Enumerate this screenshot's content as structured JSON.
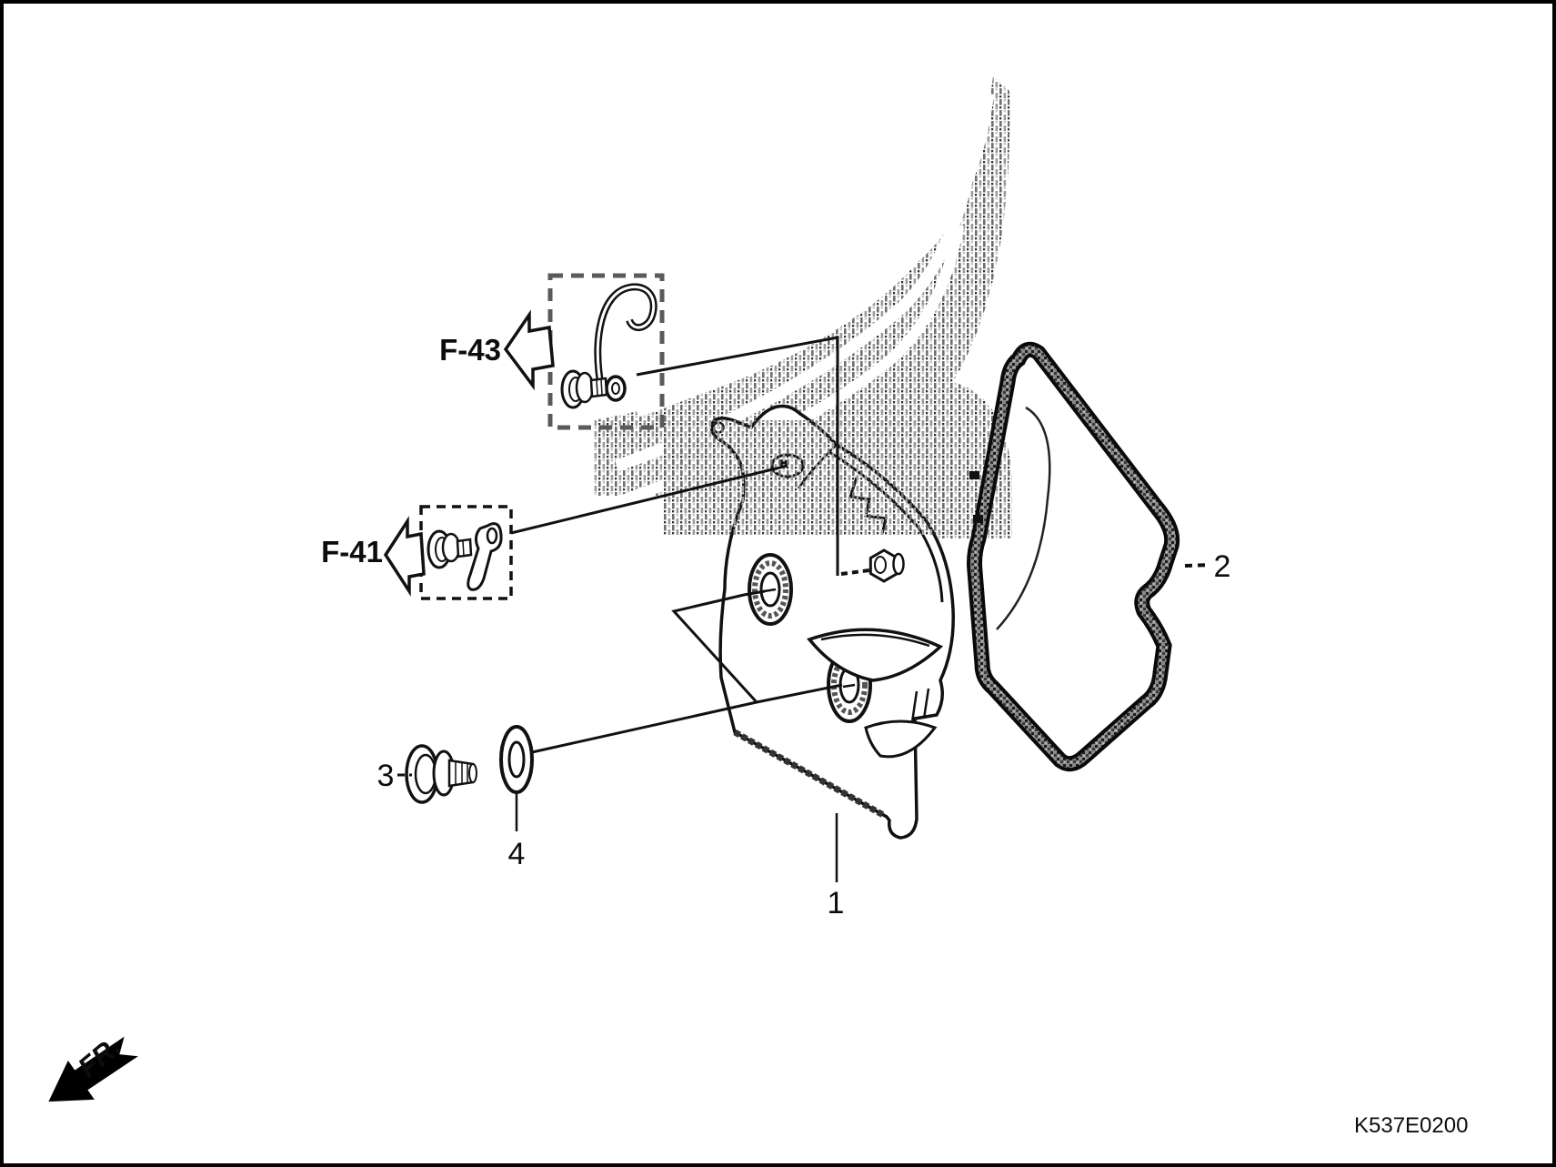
{
  "diagram": {
    "code": "K537E0200",
    "direction_label": "FR.",
    "ref_boxes": [
      {
        "label": "F-43"
      },
      {
        "label": "F-41"
      }
    ],
    "parts": [
      {
        "number": "1"
      },
      {
        "number": "2"
      },
      {
        "number": "3"
      },
      {
        "number": "4"
      }
    ]
  }
}
